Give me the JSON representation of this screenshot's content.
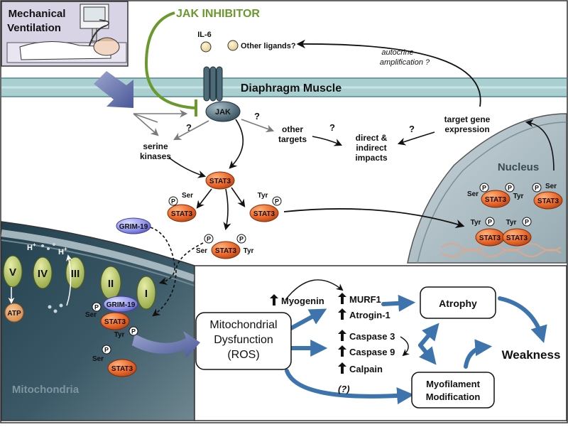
{
  "header": {
    "ventilation_label": [
      "Mechanical",
      "Ventilation"
    ],
    "inhibitor_label": "JAK INHIBITOR",
    "membrane_label": "Diaphragm Muscle"
  },
  "signaling": {
    "ligands": [
      "IL-6",
      "Other ligands?"
    ],
    "autocrine_label": [
      "autocrine",
      "amplification ?"
    ],
    "jak_label": "JAK",
    "serine_kinases_label": [
      "serine",
      "kinases"
    ],
    "other_targets_label": [
      "other",
      "targets"
    ],
    "direct_impacts_label": [
      "direct &",
      "indirect",
      "impacts"
    ],
    "target_gene_label": [
      "target gene",
      "expression"
    ],
    "question_mark": "?",
    "stat3_label": "STAT3",
    "grim19_label": "GRIM-19",
    "p_label": "P",
    "ser_label": "Ser",
    "tyr_label": "Tyr"
  },
  "nucleus": {
    "label": "Nucleus"
  },
  "mitochondria": {
    "label": "Mitochondria",
    "complexes": [
      "V",
      "IV",
      "III",
      "II",
      "I"
    ],
    "atp_label": "ATP",
    "h_label": "H",
    "h_superscript": "+"
  },
  "outcomes": {
    "mito_dysfunction": [
      "Mitochondrial",
      "Dysfunction",
      "(ROS)"
    ],
    "myogenin": "Myogenin",
    "murf1": "MURF1",
    "atrogin": "Atrogin-1",
    "caspase3": "Caspase 3",
    "caspase9": "Caspase 9",
    "calpain": "Calpain",
    "uncertain": "(?)",
    "atrophy": "Atrophy",
    "weakness": "Weakness",
    "myofilament": [
      "Myofilament",
      "Modification"
    ]
  },
  "colors": {
    "inhibitor_green": "#6a9a2e",
    "membrane_teal": "#9ec5c6",
    "stat3_orange": "#ec6a2b",
    "grim19_purple": "#8a8ae0",
    "arrow_blue": "#3d74ae",
    "nucleus_fill": "#b6c5cb",
    "mito_fill": "#2e4854"
  }
}
